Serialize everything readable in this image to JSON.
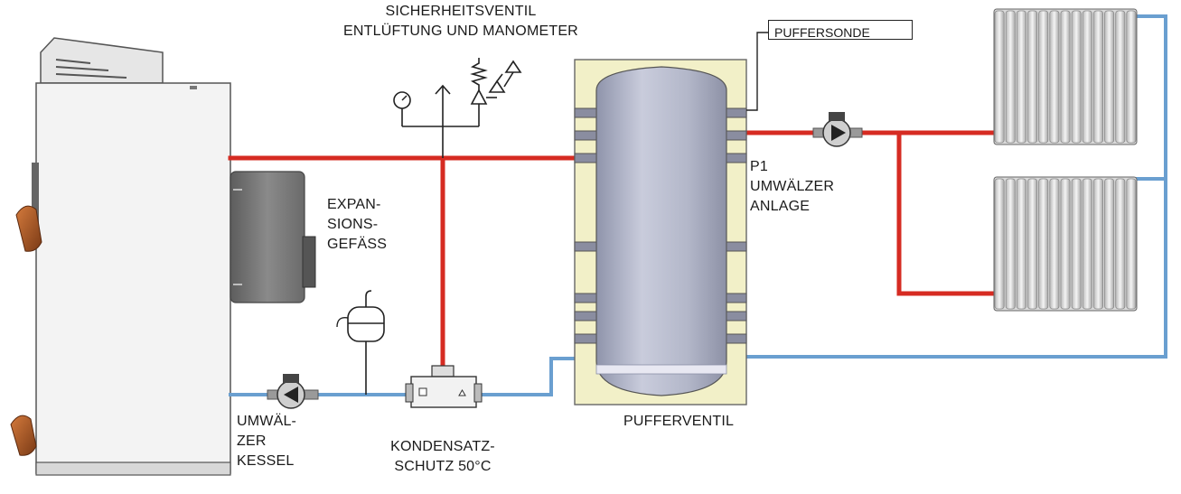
{
  "colors": {
    "supply_pipe": "#d62b22",
    "return_pipe": "#6a9fd0",
    "tank": "#b9bdd0",
    "insulation": "#f2f0c8",
    "boiler": "#f2f2f2"
  },
  "labels": {
    "safety_valve": [
      "SICHERHEITSVENTIL",
      "ENTLÜFTUNG UND MANOMETER"
    ],
    "buffer_probe": "PUFFERSONDE",
    "expansion_vessel": [
      "EXPAN-",
      "SIONS-",
      "GEFÄSS"
    ],
    "pump_p1": [
      "P1",
      "UMWÄLZER",
      "ANLAGE"
    ],
    "buffer_valve": "PUFFERVENTIL",
    "boiler_pump": [
      "UMWÄL-",
      "ZER",
      "KESSEL"
    ],
    "condensate_protection": [
      "KONDENSATZ-",
      "SCHUTZ 50°C"
    ]
  }
}
